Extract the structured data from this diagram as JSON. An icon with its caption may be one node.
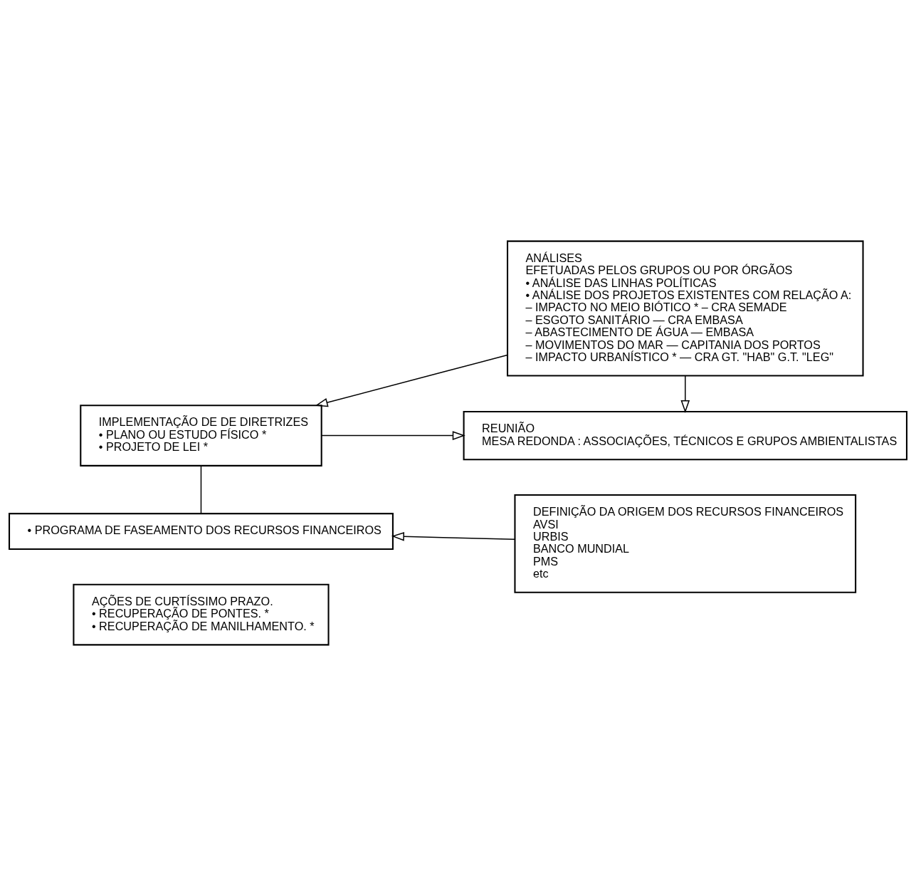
{
  "diagram": {
    "nodes": [
      {
        "text": [
          "AÇÕES DE CURTÍSSIMO PRAZO.",
          "• RECUPERAÇÃO DE PONTES. *",
          "• RECUPERAÇÃO DE MANILHAMENTO. *"
        ]
      },
      {
        "text": [
          "ANÁLISES",
          "EFETUADAS PELOS GRUPOS OU POR ÓRGÃOS",
          "• ANÁLISE DAS LINHAS POLÍTICAS",
          "• ANÁLISE DOS PROJETOS EXISTENTES COM RELAÇÃO A:",
          "– IMPACTO NO MEIO BIÓTICO * – CRA SEMADE",
          "– ESGOTO SANITÁRIO — CRA EMBASA",
          "– ABASTECIMENTO DE ÁGUA — EMBASA",
          "– MOVIMENTOS DO MAR — CAPITANIA DOS PORTOS",
          "– IMPACTO URBANÍSTICO * — CRA GT. \"HAB\" G.T. \"LEG\""
        ]
      },
      {
        "text": [
          "IMPLEMENTAÇÃO DE DE DIRETRIZES",
          "• PLANO OU ESTUDO FÍSICO *",
          "• PROJETO DE LEI *"
        ]
      },
      {
        "text": [
          "REUNIÃO",
          "MESA REDONDA : ASSOCIAÇÕES, TÉCNICOS E GRUPOS AMBIENTALISTAS"
        ]
      },
      {
        "text": [
          "• PROGRAMA DE FASEAMENTO DOS RECURSOS FINANCEIROS"
        ]
      },
      {
        "text": [
          "DEFINIÇÃO DA ORIGEM DOS RECURSOS FINANCEIROS",
          "AVSI",
          "URBIS",
          "BANCO MUNDIAL",
          "PMS",
          "etc"
        ]
      }
    ],
    "edges": [
      {
        "from": 1,
        "to": 2,
        "arrow": "to"
      },
      {
        "from": 1,
        "to": 3,
        "arrow": "to"
      },
      {
        "from": 2,
        "to": 3,
        "arrow": "to"
      },
      {
        "from": 2,
        "to": 4,
        "arrow": "none"
      },
      {
        "from": 5,
        "to": 4,
        "arrow": "to"
      }
    ]
  }
}
